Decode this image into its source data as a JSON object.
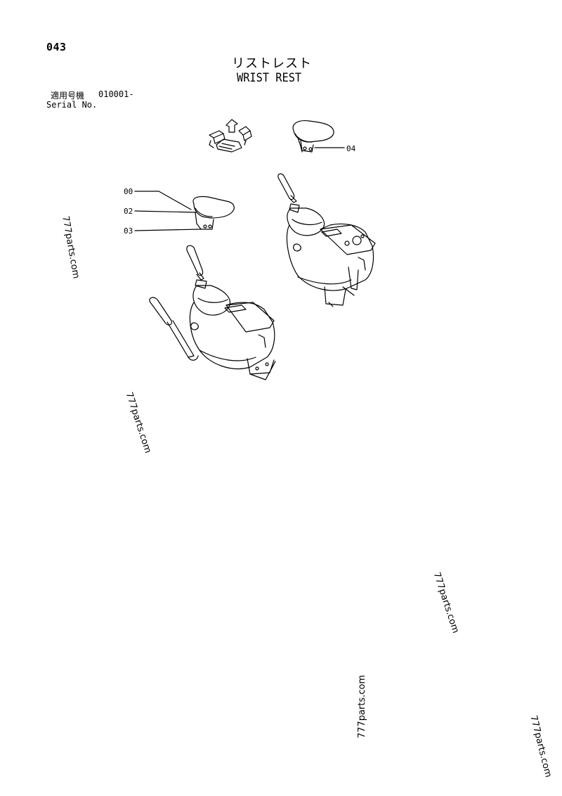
{
  "header": {
    "page_number": "043",
    "title_jp": "リストレスト",
    "title_en": "WRIST REST"
  },
  "serial": {
    "label_jp": "適用号機",
    "value": "010001-",
    "label_en": "Serial No."
  },
  "callouts": {
    "c00": "00",
    "c02": "02",
    "c03": "03",
    "c04": "04"
  },
  "watermarks": {
    "w1": "777parts.com",
    "w2": "777parts.com",
    "w3": "777parts.com",
    "w4": "777parts.com",
    "w5": "777parts.com"
  },
  "colors": {
    "ink": "#000000",
    "paper": "#ffffff"
  }
}
